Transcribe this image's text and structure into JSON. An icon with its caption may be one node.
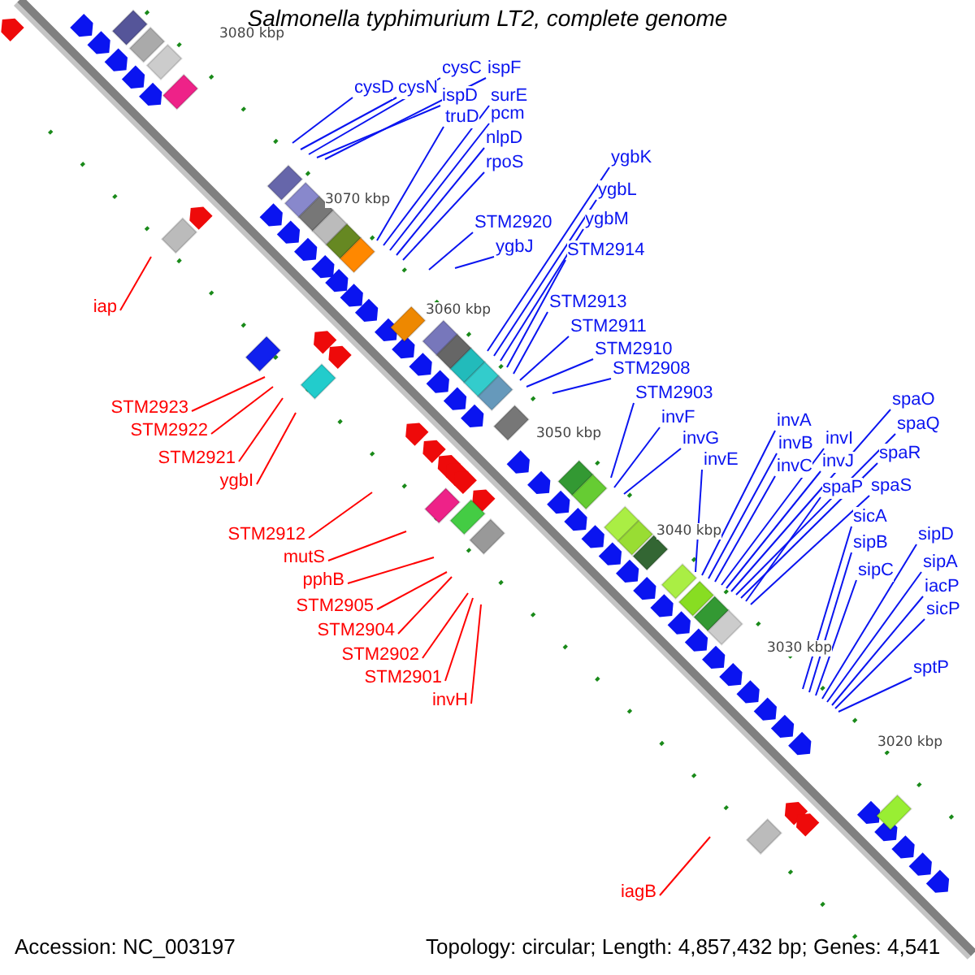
{
  "diagram": {
    "title": "Salmonella typhimurium LT2, complete genome",
    "nodes": [
      {
        "text": [
          "cysD"
        ]
      },
      {
        "text": [
          "cysN"
        ]
      },
      {
        "text": [
          "cysC"
        ]
      },
      {
        "text": [
          "ispF"
        ]
      },
      {
        "text": [
          "ispD"
        ]
      },
      {
        "text": [
          "surE"
        ]
      },
      {
        "text": [
          "truD"
        ]
      },
      {
        "text": [
          "pcm"
        ]
      },
      {
        "text": [
          "nlpD"
        ]
      },
      {
        "text": [
          "rpoS"
        ]
      },
      {
        "text": [
          "ygbK"
        ]
      },
      {
        "text": [
          "ygbL"
        ]
      },
      {
        "text": [
          "STM2920"
        ]
      },
      {
        "text": [
          "ygbM"
        ]
      },
      {
        "text": [
          "ygbJ"
        ]
      },
      {
        "text": [
          "STM2914"
        ]
      },
      {
        "text": [
          "STM2913"
        ]
      },
      {
        "text": [
          "STM2911"
        ]
      },
      {
        "text": [
          "STM2910"
        ]
      },
      {
        "text": [
          "STM2908"
        ]
      },
      {
        "text": [
          "STM2903"
        ]
      },
      {
        "text": [
          "invF"
        ]
      },
      {
        "text": [
          "invA"
        ]
      },
      {
        "text": [
          "spaO"
        ]
      },
      {
        "text": [
          "spaQ"
        ]
      },
      {
        "text": [
          "invG"
        ]
      },
      {
        "text": [
          "invB"
        ]
      },
      {
        "text": [
          "invI"
        ]
      },
      {
        "text": [
          "spaR"
        ]
      },
      {
        "text": [
          "invE"
        ]
      },
      {
        "text": [
          "invC"
        ]
      },
      {
        "text": [
          "invJ"
        ]
      },
      {
        "text": [
          "spaP"
        ]
      },
      {
        "text": [
          "spaS"
        ]
      },
      {
        "text": [
          "sicA"
        ]
      },
      {
        "text": [
          "sipB"
        ]
      },
      {
        "text": [
          "sipD"
        ]
      },
      {
        "text": [
          "sipA"
        ]
      },
      {
        "text": [
          "sipC"
        ]
      },
      {
        "text": [
          "iacP"
        ]
      },
      {
        "text": [
          "sicP"
        ]
      },
      {
        "text": [
          "sptP"
        ]
      },
      {
        "text": [
          "iap"
        ]
      },
      {
        "text": [
          "STM2923"
        ]
      },
      {
        "text": [
          "STM2922"
        ]
      },
      {
        "text": [
          "STM2921"
        ]
      },
      {
        "text": [
          "ygbI"
        ]
      },
      {
        "text": [
          "STM2912"
        ]
      },
      {
        "text": [
          "mutS"
        ]
      },
      {
        "text": [
          "pphB"
        ]
      },
      {
        "text": [
          "STM2905"
        ]
      },
      {
        "text": [
          "STM2904"
        ]
      },
      {
        "text": [
          "STM2902"
        ]
      },
      {
        "text": [
          "STM2901"
        ]
      },
      {
        "text": [
          "invH"
        ]
      },
      {
        "text": [
          "iagB"
        ]
      }
    ],
    "edges": [
      {
        "from": 0,
        "to": null,
        "arrow": "none"
      },
      {
        "from": 1,
        "to": null,
        "arrow": "none"
      },
      {
        "from": 2,
        "to": null,
        "arrow": "none"
      },
      {
        "from": 3,
        "to": null,
        "arrow": "none"
      },
      {
        "from": 4,
        "to": null,
        "arrow": "none"
      },
      {
        "from": 5,
        "to": null,
        "arrow": "none"
      },
      {
        "from": 6,
        "to": null,
        "arrow": "none"
      },
      {
        "from": 7,
        "to": null,
        "arrow": "none"
      },
      {
        "from": 8,
        "to": null,
        "arrow": "none"
      },
      {
        "from": 9,
        "to": null,
        "arrow": "none"
      },
      {
        "from": 10,
        "to": null,
        "arrow": "none"
      },
      {
        "from": 11,
        "to": null,
        "arrow": "none"
      },
      {
        "from": 12,
        "to": null,
        "arrow": "none"
      },
      {
        "from": 13,
        "to": null,
        "arrow": "none"
      },
      {
        "from": 14,
        "to": null,
        "arrow": "none"
      },
      {
        "from": 15,
        "to": null,
        "arrow": "none"
      },
      {
        "from": 16,
        "to": null,
        "arrow": "none"
      },
      {
        "from": 17,
        "to": null,
        "arrow": "none"
      },
      {
        "from": 18,
        "to": null,
        "arrow": "none"
      },
      {
        "from": 19,
        "to": null,
        "arrow": "none"
      },
      {
        "from": 20,
        "to": null,
        "arrow": "none"
      },
      {
        "from": 21,
        "to": null,
        "arrow": "none"
      },
      {
        "from": 22,
        "to": null,
        "arrow": "none"
      },
      {
        "from": 23,
        "to": null,
        "arrow": "none"
      },
      {
        "from": 24,
        "to": null,
        "arrow": "none"
      },
      {
        "from": 25,
        "to": null,
        "arrow": "none"
      },
      {
        "from": 26,
        "to": null,
        "arrow": "none"
      },
      {
        "from": 27,
        "to": null,
        "arrow": "none"
      },
      {
        "from": 28,
        "to": null,
        "arrow": "none"
      },
      {
        "from": 29,
        "to": null,
        "arrow": "none"
      },
      {
        "from": 30,
        "to": null,
        "arrow": "none"
      },
      {
        "from": 31,
        "to": null,
        "arrow": "none"
      },
      {
        "from": 32,
        "to": null,
        "arrow": "none"
      },
      {
        "from": 33,
        "to": null,
        "arrow": "none"
      },
      {
        "from": 34,
        "to": null,
        "arrow": "none"
      },
      {
        "from": 35,
        "to": null,
        "arrow": "none"
      },
      {
        "from": 36,
        "to": null,
        "arrow": "none"
      },
      {
        "from": 37,
        "to": null,
        "arrow": "none"
      },
      {
        "from": 38,
        "to": null,
        "arrow": "none"
      },
      {
        "from": 39,
        "to": null,
        "arrow": "none"
      },
      {
        "from": 40,
        "to": null,
        "arrow": "none"
      },
      {
        "from": 41,
        "to": null,
        "arrow": "none"
      },
      {
        "from": 42,
        "to": null,
        "arrow": "none",
        "color": "#ff0000"
      },
      {
        "from": 43,
        "to": null,
        "arrow": "none",
        "color": "#ff0000"
      },
      {
        "from": 44,
        "to": null,
        "arrow": "none",
        "color": "#ff0000"
      },
      {
        "from": 45,
        "to": null,
        "arrow": "none",
        "color": "#ff0000"
      },
      {
        "from": 46,
        "to": null,
        "arrow": "none",
        "color": "#ff0000"
      },
      {
        "from": 47,
        "to": null,
        "arrow": "none",
        "color": "#ff0000"
      },
      {
        "from": 48,
        "to": null,
        "arrow": "none",
        "color": "#ff0000"
      },
      {
        "from": 49,
        "to": null,
        "arrow": "none",
        "color": "#ff0000"
      },
      {
        "from": 50,
        "to": null,
        "arrow": "none",
        "color": "#ff0000"
      },
      {
        "from": 51,
        "to": null,
        "arrow": "none",
        "color": "#ff0000"
      },
      {
        "from": 52,
        "to": null,
        "arrow": "none",
        "color": "#ff0000"
      },
      {
        "from": 53,
        "to": null,
        "arrow": "none",
        "color": "#ff0000"
      },
      {
        "from": 54,
        "to": null,
        "arrow": "none",
        "color": "#ff0000"
      },
      {
        "from": 55,
        "to": null,
        "arrow": "none",
        "color": "#ff0000"
      }
    ],
    "labels": [
      "3080 kbp",
      "3070 kbp",
      "3060 kbp",
      "3050 kbp",
      "3040 kbp",
      "3030 kbp",
      "3020 kbp",
      "Accession: NC_003197",
      "Topology: circular; Length: 4,857,432 bp; Genes: 4,541"
    ]
  }
}
